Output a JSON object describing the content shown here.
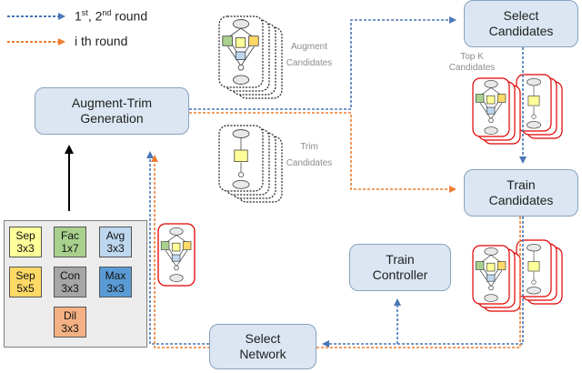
{
  "legend": {
    "blue_label_a": "1",
    "blue_sup_a": "st",
    "blue_label_b": ", 2",
    "blue_sup_b": "nd",
    "blue_label_c": " round",
    "orange_label": "i th   round"
  },
  "nodes": {
    "augment_trim": [
      "Augment-Trim",
      "Generation"
    ],
    "select_candidates": [
      "Select",
      "Candidates"
    ],
    "train_candidates": [
      "Train",
      "Candidates"
    ],
    "train_controller": [
      "Train",
      "Controller"
    ],
    "select_network": [
      "Select",
      "Network"
    ]
  },
  "labels": {
    "augment_candidates": [
      "Augment",
      "Candidates"
    ],
    "trim_candidates": [
      "Trim",
      "Candidates"
    ],
    "top_k_candidates": [
      "Top K",
      "Candidates"
    ]
  },
  "operations": [
    {
      "line1": "Sep",
      "line2": "3x3",
      "color": "#ffff99"
    },
    {
      "line1": "Fac",
      "line2": "1x7",
      "color": "#a9d18e"
    },
    {
      "line1": "Avg",
      "line2": "3x3",
      "color": "#bdd7ee"
    },
    {
      "line1": "Sep",
      "line2": "5x5",
      "color": "#ffd966"
    },
    {
      "line1": "Con",
      "line2": "3x3",
      "color": "#a6a6a6"
    },
    {
      "line1": "Max",
      "line2": "3x3",
      "color": "#5b9bd5"
    },
    {
      "line1": "Dil",
      "line2": "3x3",
      "color": "#f4b183"
    }
  ],
  "colors": {
    "blue_round": "#4a76b5",
    "orange_round": "#ed7d31",
    "node_fill": "#dbe6f2",
    "node_border": "#8aa2bd",
    "highlight_red": "#e00000"
  }
}
